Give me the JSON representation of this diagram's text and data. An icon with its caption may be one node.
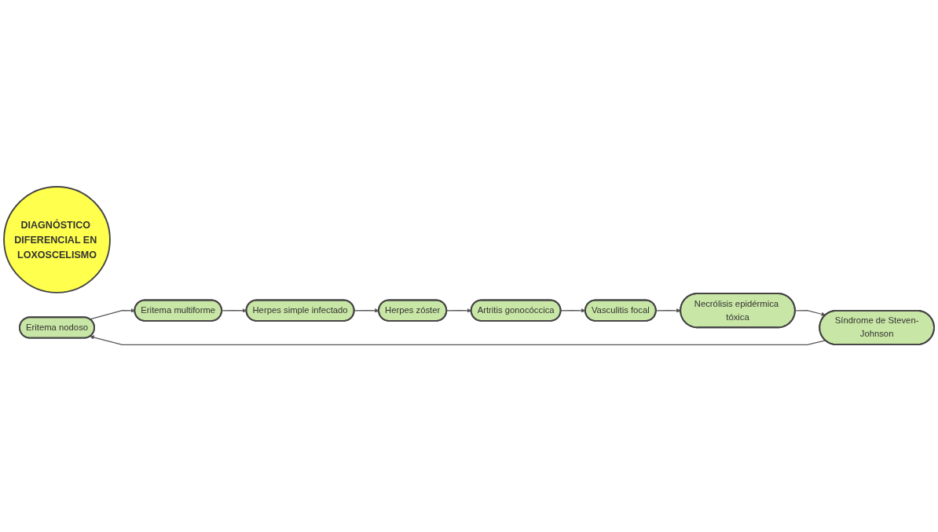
{
  "diagram": {
    "nodes": [
      {
        "text": [
          "DIAGNÓSTICO DIFERENCIAL EN LOXOSCELISMO"
        ]
      },
      {
        "text": [
          "Eritema nodoso"
        ]
      },
      {
        "text": [
          "Eritema multiforme"
        ]
      },
      {
        "text": [
          "Herpes simple infectado"
        ]
      },
      {
        "text": [
          "Herpes zóster"
        ]
      },
      {
        "text": [
          "Artritis gonocóccica"
        ]
      },
      {
        "text": [
          "Vasculitis focal"
        ]
      },
      {
        "text": [
          "Necrólisis epidérmica tóxica"
        ]
      },
      {
        "text": [
          "Síndrome de Steven-Johnson"
        ]
      }
    ],
    "edges": [
      {
        "from": 1,
        "to": 2,
        "arrow": "to"
      },
      {
        "from": 2,
        "to": 3,
        "arrow": "to"
      },
      {
        "from": 3,
        "to": 4,
        "arrow": "to"
      },
      {
        "from": 4,
        "to": 5,
        "arrow": "to"
      },
      {
        "from": 5,
        "to": 6,
        "arrow": "to"
      },
      {
        "from": 6,
        "to": 7,
        "arrow": "to"
      },
      {
        "from": 7,
        "to": 8,
        "arrow": "to"
      },
      {
        "from": 8,
        "to": 1,
        "arrow": "to"
      }
    ]
  }
}
